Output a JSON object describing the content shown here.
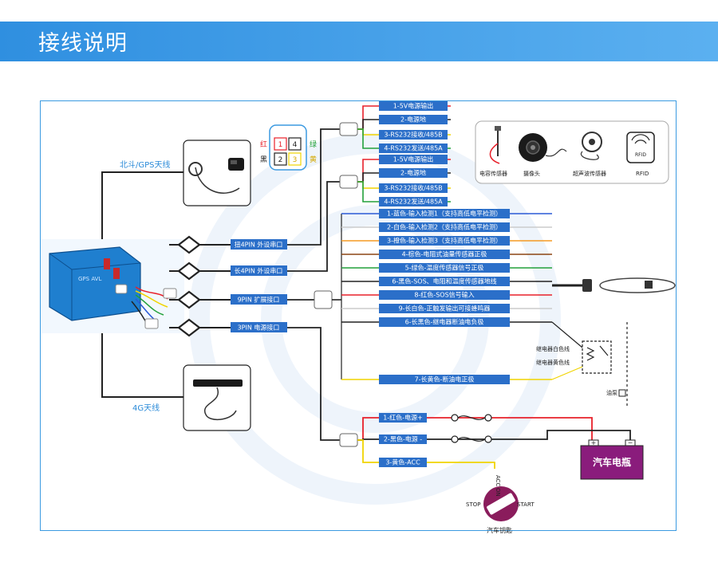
{
  "header": {
    "title": "接线说明"
  },
  "antennas": {
    "gps_label": "北斗/GPS天线",
    "g4_label": "4G天线"
  },
  "device": {
    "label": "GPS AVL"
  },
  "connector_legend": {
    "red": "红",
    "black": "黑",
    "green": "绿",
    "yellow": "黄",
    "pins": [
      "1",
      "4",
      "2",
      "3"
    ]
  },
  "ports": [
    "扭4PIN 外设串口",
    "长4PIN 外设串口",
    "9PIN 扩展接口",
    "3PIN 电源接口"
  ],
  "group1": [
    "1-5V电源输出",
    "2-电源地",
    "3-RS232接收/485B",
    "4-RS232发送/485A"
  ],
  "group2": [
    "1-5V电源输出",
    "2-电源地",
    "3-RS232接收/485B",
    "4-RS232发送/485A"
  ],
  "pin9": [
    "1-蓝色-输入检测1（支持高低电平检测）",
    "2-白色-输入检测2（支持高低电平检测）",
    "3-橙色-输入检测3（支持高低电平检测）",
    "4-棕色-电阻式油量传感器正极",
    "5-绿色-温度传感器信号正极",
    "6-黑色-SOS、电阻和温度传感器地线",
    "8-红色-SOS信号输入",
    "9-长白色-正触发输出可接蜂鸣器",
    "6-长黑色-继电器断油电负极",
    "7-长黄色-断油电正极"
  ],
  "power": [
    "1-红色-电源+",
    "2-黑色-电源 -",
    "3-黄色-ACC"
  ],
  "accessories": [
    "电容传感器",
    "摄像头",
    "超声波传感器",
    "RFID"
  ],
  "rfid_icon_text": "RFID",
  "relay": {
    "white": "继电器白色线",
    "yellow": "继电器黄色线",
    "pump": "油泵"
  },
  "battery": {
    "label": "汽车电瓶",
    "plus": "+",
    "minus": "−"
  },
  "ignition": {
    "acc": "ACC",
    "on": "ON",
    "stop": "STOP",
    "start": "START",
    "key_label": "汽车钥匙"
  },
  "colors": {
    "header_blue": "#2f8fe0",
    "label_blue": "#2b6fc9",
    "wire_red": "#e8202a",
    "wire_black": "#222222",
    "wire_yellow": "#f0d400",
    "wire_blue": "#2a5ad6",
    "wire_orange": "#f59a23",
    "wire_brown": "#8b4513",
    "wire_green": "#22a03a",
    "battery": "#8a1c7c"
  }
}
